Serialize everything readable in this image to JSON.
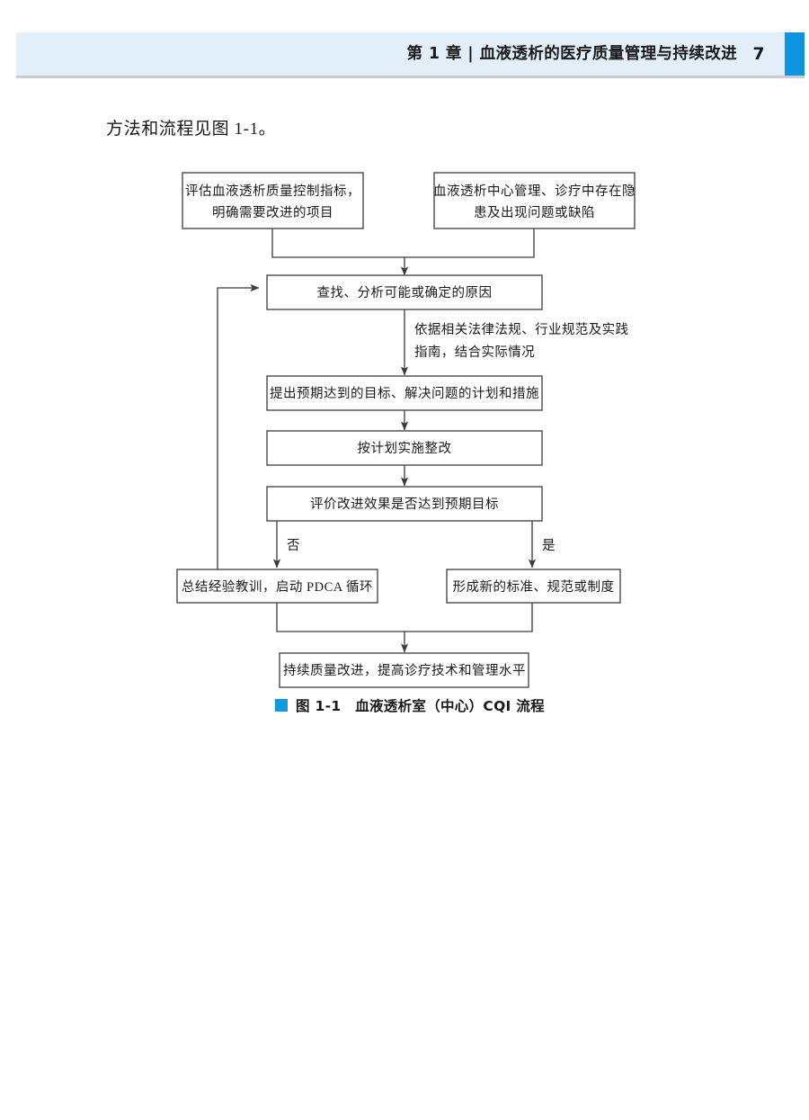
{
  "header": {
    "chapter_title": "第 1 章 | 血液透析的医疗质量管理与持续改进",
    "page_number": "7",
    "band_color": "#e2eef8",
    "accent_color": "#0d95e0"
  },
  "body": {
    "paragraph": "方法和流程见图 1-1。"
  },
  "figure": {
    "caption_marker_color": "#0d9ade",
    "caption": "图 1-1　血液透析室（中心）CQI 流程",
    "nodes": {
      "assess": {
        "line1": "评估血液透析质量控制指标，",
        "line2": "明确需要改进的项目"
      },
      "problems": {
        "line1": "血液透析中心管理、诊疗中存在隐",
        "line2": "患及出现问题或缺陷"
      },
      "analyze": "查找、分析可能或确定的原因",
      "plan": "提出预期达到的目标、解决问题的计划和措施",
      "implement": "按计划实施整改",
      "evaluate": "评价改进效果是否达到预期目标",
      "lessons": "总结经验教训，启动 PDCA 循环",
      "standards": "形成新的标准、规范或制度",
      "improve": "持续质量改进，提高诊疗技术和管理水平"
    },
    "annotations": {
      "basis_line1": "依据相关法律法规、行业规范及实践",
      "basis_line2": "指南，结合实际情况"
    },
    "edge_labels": {
      "no": "否",
      "yes": "是"
    }
  }
}
